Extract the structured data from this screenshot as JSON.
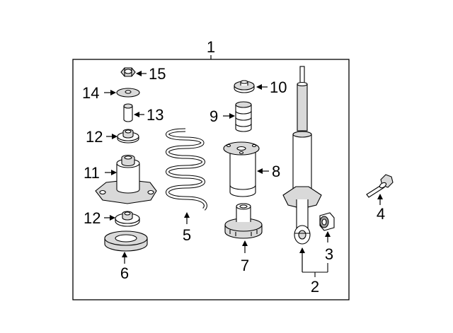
{
  "callouts": {
    "c1": "1",
    "c2": "2",
    "c3": "3",
    "c4": "4",
    "c5": "5",
    "c6": "6",
    "c7": "7",
    "c8": "8",
    "c9": "9",
    "c10": "10",
    "c11": "11",
    "c12a": "12",
    "c12b": "12",
    "c13": "13",
    "c14": "14",
    "c15": "15"
  }
}
